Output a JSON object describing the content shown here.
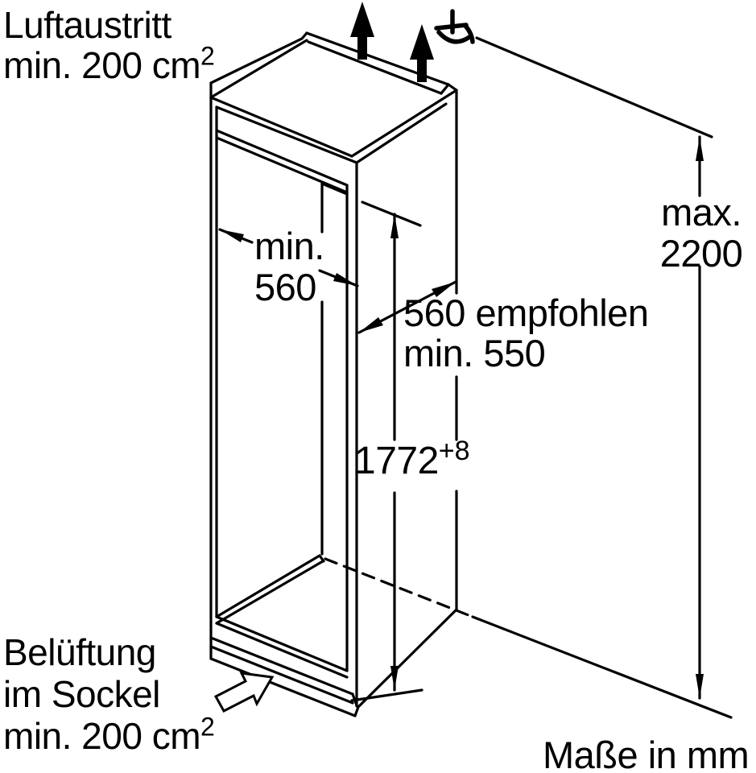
{
  "diagram": {
    "type": "installation-dimension-drawing",
    "ink_color": "#000000",
    "background_color": "#ffffff",
    "units_note": "Maße in mm",
    "air_outlet": {
      "line1": "Luftaustritt",
      "line2": "min. 200 cm",
      "superscript": "2"
    },
    "plinth_vent": {
      "line1": "Belüftung",
      "line2": "im Sockel",
      "line3": "min. 200 cm",
      "superscript": "2"
    },
    "niche_width": {
      "line1": "min.",
      "line2": "560"
    },
    "niche_depth": {
      "line1": "560 empfohlen",
      "line2": "min. 550"
    },
    "niche_height": {
      "value": "1772",
      "tolerance": "+8"
    },
    "max_total_height": {
      "line1": "max.",
      "line2": "2200"
    },
    "icons": [
      "up-arrow-icon",
      "up-arrow-icon",
      "airflow-curl-icon",
      "plinth-airflow-block-arrow-icon"
    ]
  }
}
